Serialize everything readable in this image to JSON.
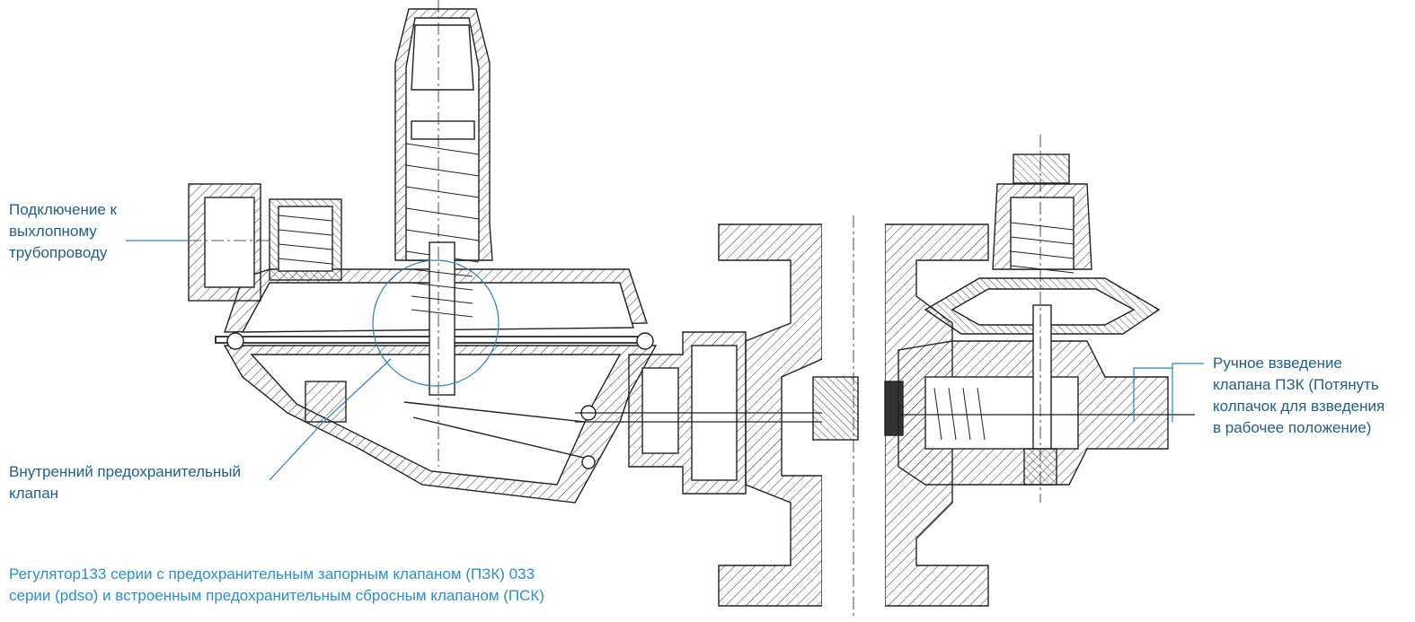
{
  "labels": {
    "exhaust_connection": "Подключение к\nвыхлопному\nтрубопроводу",
    "internal_relief_valve": "Внутренний предохранительный\nклапан",
    "manual_reset": "Ручное взведение\nклапана ПЗК (Потянуть\nколпачок для взведения\nв рабочее положение)"
  },
  "caption": "Регулятор133 серии с предохранительным запорным клапаном (ПЗК) 033\nсерии (pdso) и встроенным предохранительным сбросным клапаном (ПСК)",
  "colors": {
    "label_text": "#1f5f8f",
    "caption_text": "#2a8fd0",
    "leader_line": "#2a7fc0",
    "drawing_line": "#222222",
    "top_mark": "#e02020"
  }
}
